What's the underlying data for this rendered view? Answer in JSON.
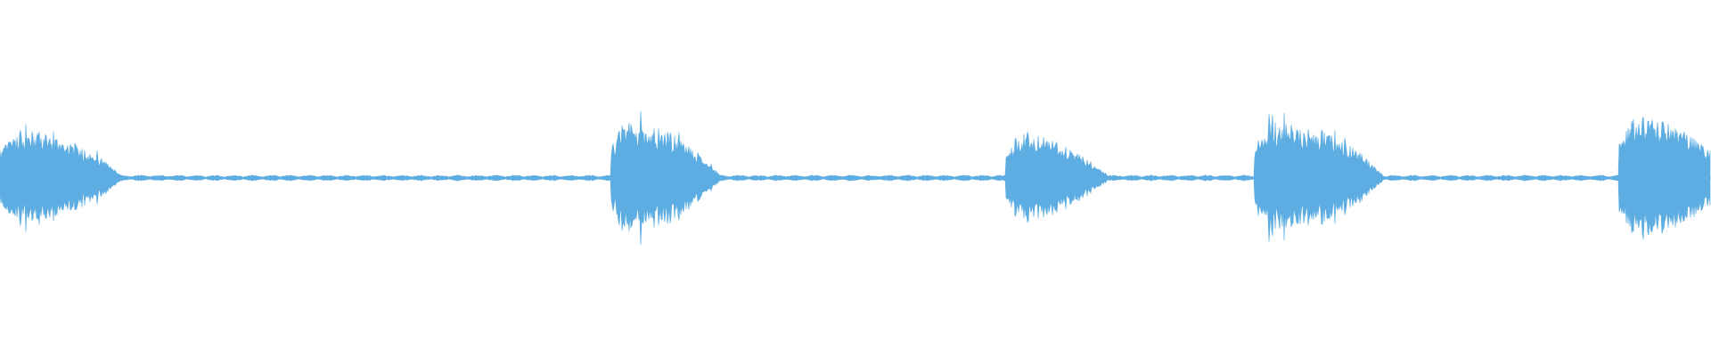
{
  "waveform": {
    "color": "#5dade2",
    "background": "#ffffff",
    "bursts": [
      {
        "start": 0.0,
        "end": 0.058,
        "peak": 0.27
      },
      {
        "start": 0.357,
        "end": 0.408,
        "peak": 0.32
      },
      {
        "start": 0.588,
        "end": 0.635,
        "peak": 0.25
      },
      {
        "start": 0.733,
        "end": 0.795,
        "peak": 0.32
      },
      {
        "start": 0.946,
        "end": 1.0,
        "peak": 0.35
      }
    ],
    "quiet_level": 0.03
  }
}
